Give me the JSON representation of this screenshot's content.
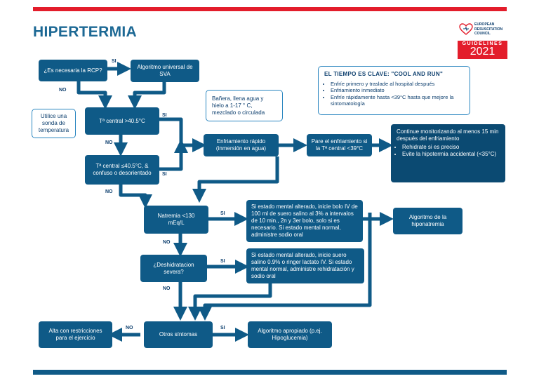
{
  "colors": {
    "red": "#e31d2b",
    "navy": "#0d3f6e",
    "blue": "#1c6894",
    "box": "#0f5a87",
    "dark_box": "#0b4a72",
    "note_border": "#2a86c0"
  },
  "header": {
    "title": "HIPERTERMIA",
    "logo": {
      "org_line1": "EUROPEAN",
      "org_line2": "RESUSCITATION",
      "org_line3": "COUNCIL",
      "guidelines": "GUIDELINES",
      "year": "2021",
      "icon": "heart-icon"
    }
  },
  "boxes": {
    "rcp": "¿Es necesaria la RCP?",
    "sva": "Algoritmo universal de SVA",
    "temp_gt": "Tª central >40.5°C",
    "temp_le": "Tª central ≤40.5°C, & confuso o desorientado",
    "cooling": "Enfriamiento rápido (inmersión en agua)",
    "stop": "Pare el enfriamiento si la Tª central <39°C",
    "natremia": "Natremia <130 mEq/L",
    "bolo": "Si estado mental alterado, inicie bolo IV de 100 ml de suero salino al 3% a intervalos de 10 min., 2n y 3er bolo, solo si es necesario. Si estado mental normal, administre sodio oral",
    "hipo": "Algoritmo de la hiponatremia",
    "dehyd": "¿Deshidratacion severa?",
    "suero": "Si estado mental alterado, inicie suero salino 0.9% o ringer lactato IV. Si estado mental normal, administre rehidratación y sodio oral",
    "otros": "Otros síntomas",
    "alta": "Alta con restricciones para el ejercicio",
    "apropiado": "Algoritmo apropiado (p.ej. Hipoglucemia)"
  },
  "notes": {
    "sonda": "Utilice una sonda de temperatura",
    "banera": "Bañera, llena agua y hielo a 1-17 ° C, mezclado o circulada"
  },
  "key": {
    "title": "EL TIEMPO ES CLAVE: \"COOL AND RUN\"",
    "items": [
      "Enfríe primero y traslade al hospital después",
      "Enfriamiento inmediato",
      "Enfríe rápidamente hasta <39°C hasta que mejore la sintomatología"
    ]
  },
  "continue": {
    "text": "Continue monitorizando al menos 15 min después del enfriamiento",
    "items": [
      "Rehidrate si es preciso",
      "Evite la hipotermia accidental (<35°C)"
    ]
  },
  "labels": {
    "si": "SI",
    "no": "NO"
  }
}
